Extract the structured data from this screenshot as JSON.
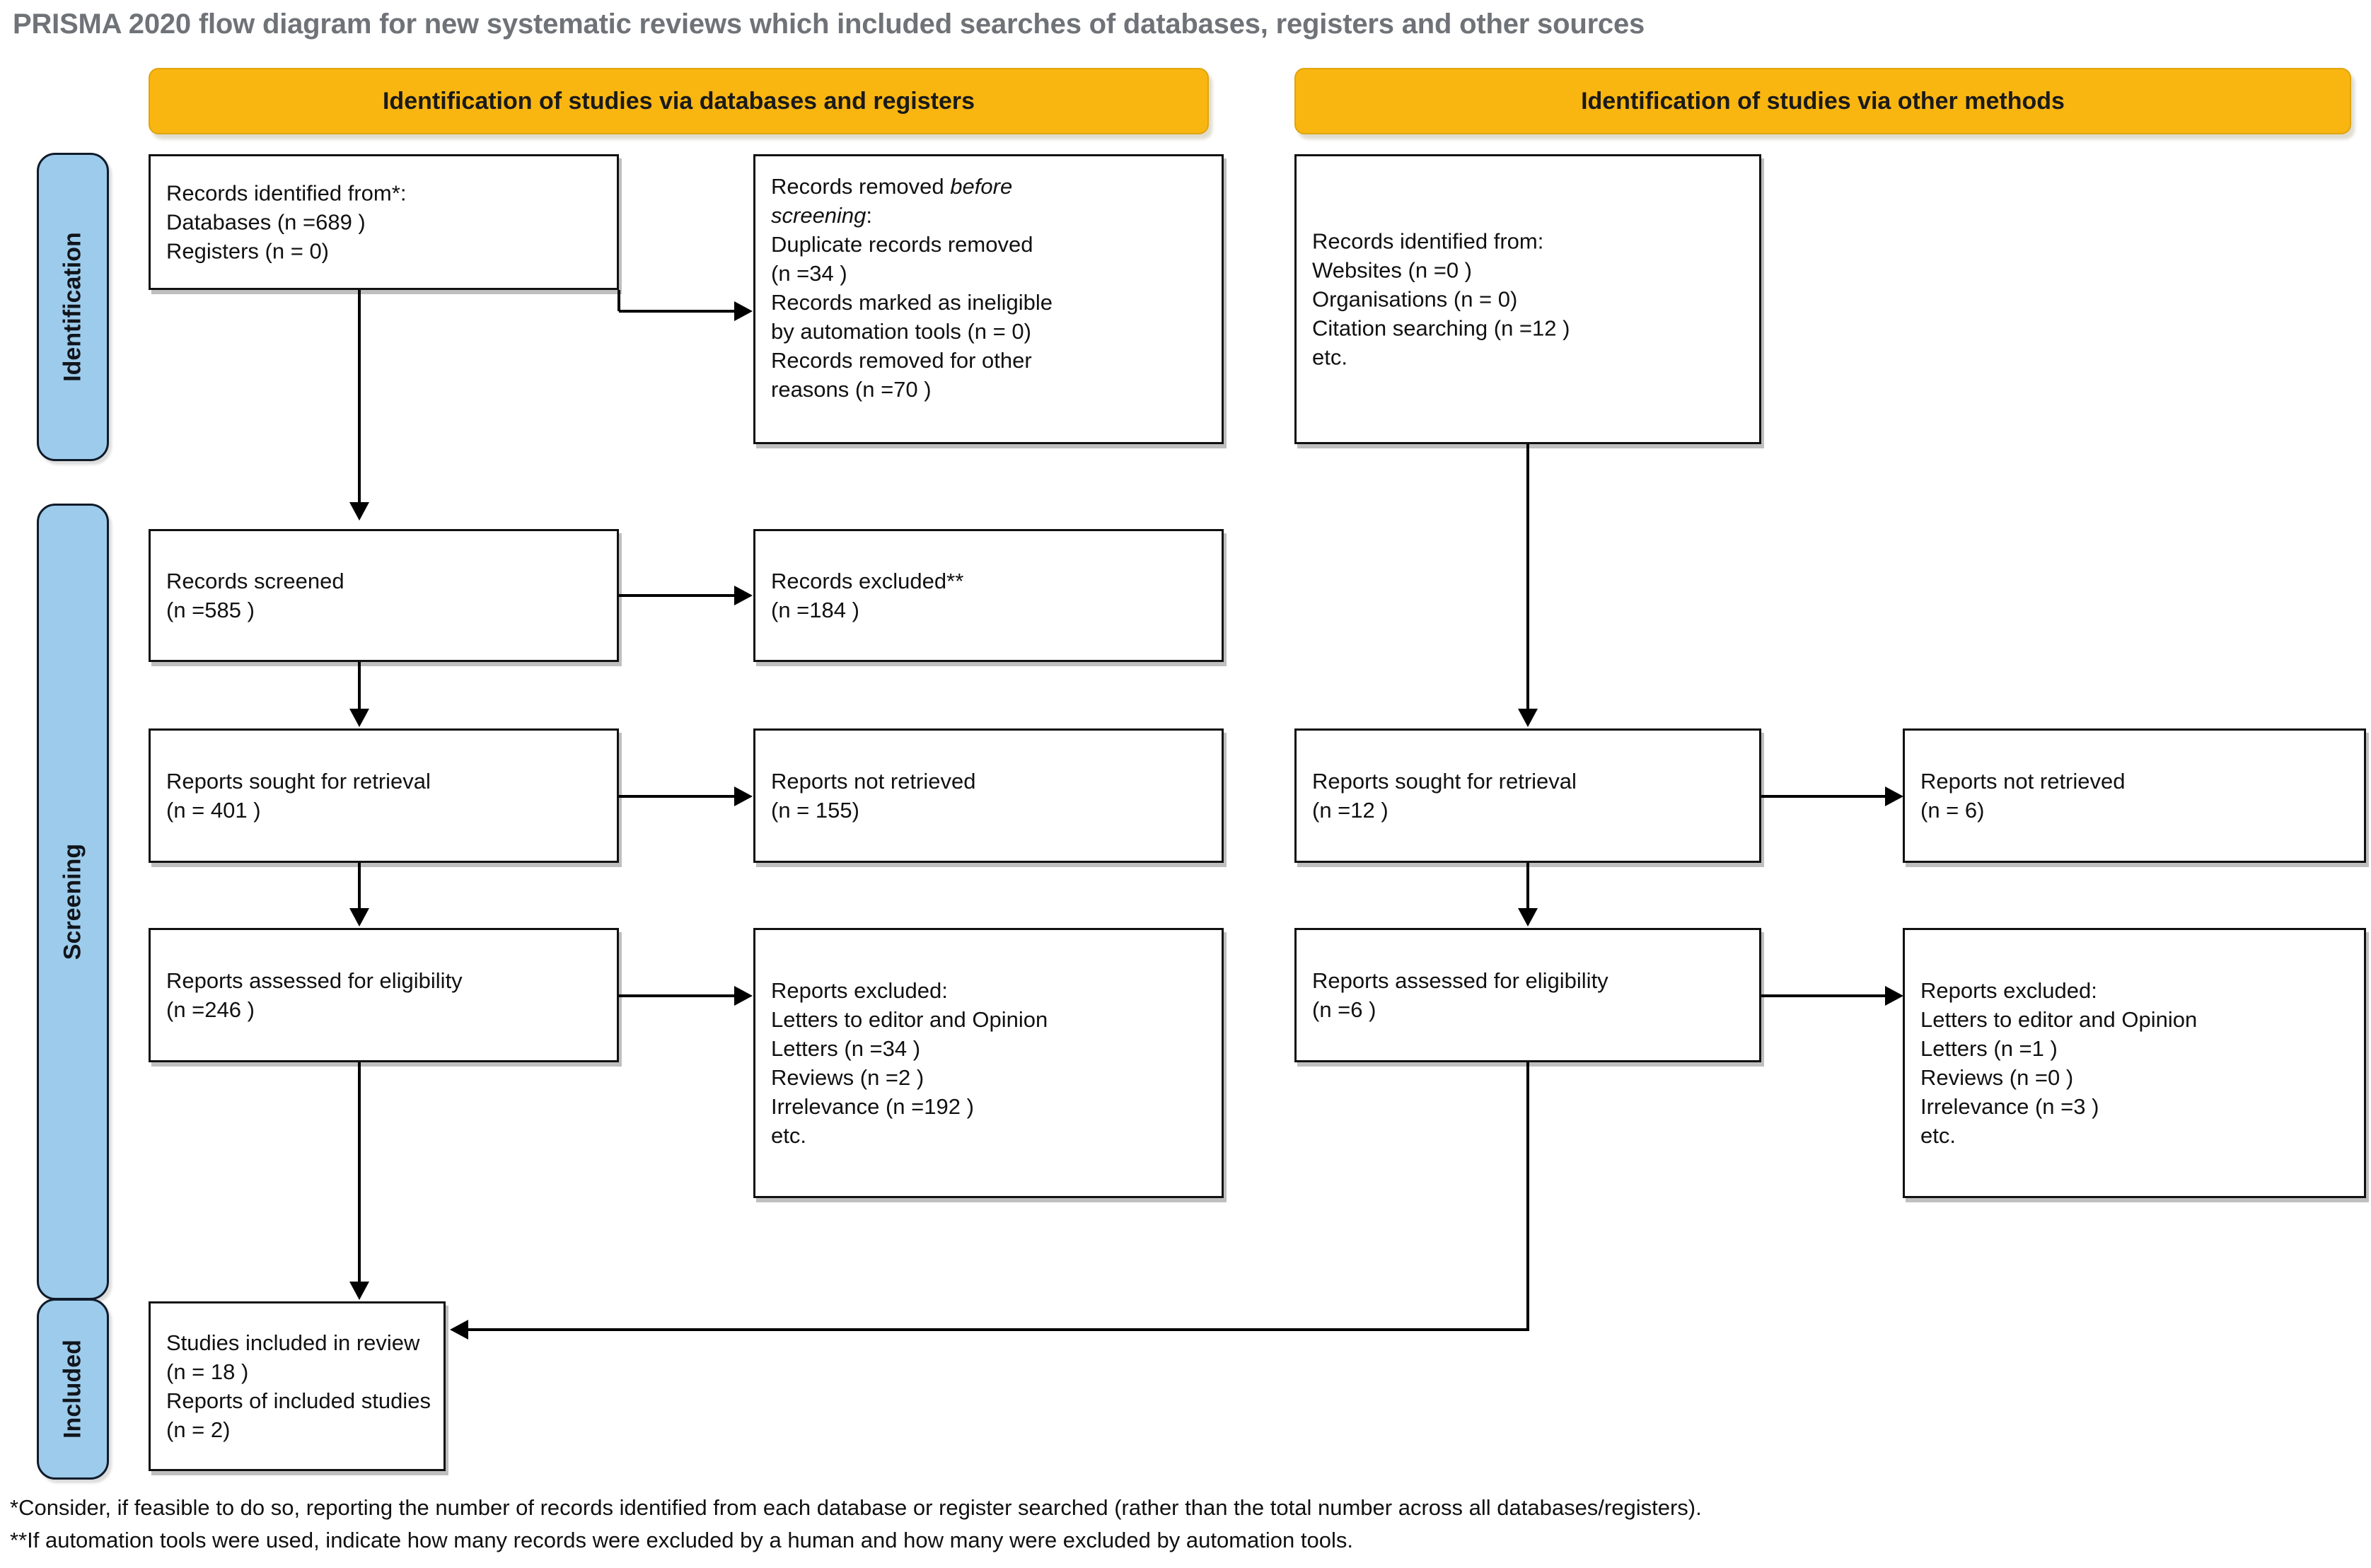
{
  "page_title": "PRISMA 2020 flow diagram for new systematic reviews which included searches of databases, registers and other sources",
  "colors": {
    "header_yellow": "#f9b611",
    "phase_blue": "#9dcbeb",
    "box_border": "#111111",
    "title_gray": "#6f7378"
  },
  "column_headers": {
    "databases": "Identification of studies via databases and registers",
    "other": "Identification of studies via other methods"
  },
  "phases": {
    "identification": "Identification",
    "screening": "Screening",
    "included": "Included"
  },
  "databases_column": {
    "identified": "Records identified from*:\n     Databases (n =689 )\n     Registers (n = 0)",
    "removed_before_screening_head": "Records removed ",
    "removed_before_screening_italic1": "before",
    "removed_before_screening_italic2": "screening",
    "removed_before_screening_body": ":\n     Duplicate records removed\n     (n =34 )\n     Records marked as ineligible\n     by automation tools (n = 0)\n     Records removed for other\n     reasons (n =70 )",
    "screened": "Records screened\n(n =585 )",
    "records_excluded": "Records excluded**\n(n =184 )",
    "sought_for_retrieval": "Reports sought for retrieval\n(n = 401 )",
    "not_retrieved": "Reports not retrieved\n(n = 155)",
    "assessed_for_eligibility": "Reports assessed for eligibility\n(n =246 )",
    "reports_excluded": "Reports excluded:\n     Letters to editor and Opinion\n     Letters (n =34 )\n     Reviews (n =2 )\n     Irrelevance (n =192 )\n     etc."
  },
  "other_methods_column": {
    "identified": "Records identified from:\n     Websites (n =0 )\n     Organisations (n = 0)\n     Citation searching (n =12 )\n     etc.",
    "sought_for_retrieval": "Reports sought for retrieval\n(n =12 )",
    "not_retrieved": "Reports not retrieved\n(n = 6)",
    "assessed_for_eligibility": "Reports assessed for eligibility\n(n =6 )",
    "reports_excluded": "Reports excluded:\n     Letters to editor and Opinion\n     Letters (n =1 )\n     Reviews (n =0 )\n     Irrelevance (n =3 )\n     etc."
  },
  "included_box": "Studies included in review\n(n = 18 )\nReports of included studies\n(n = 2)",
  "footnotes": {
    "one": "*Consider, if feasible to do so, reporting the number of records identified from each database or register searched (rather than the total number across all databases/registers).",
    "two": "**If automation tools were used, indicate how many records were excluded by a human and how many were excluded by automation tools."
  },
  "chart_data": {
    "type": "table",
    "title": "PRISMA 2020 flow diagram",
    "flow": [
      {
        "stage": "Databases identified",
        "n": 689
      },
      {
        "stage": "Registers identified",
        "n": 0
      },
      {
        "stage": "Duplicate records removed",
        "n": 34
      },
      {
        "stage": "Records marked ineligible by automation tools",
        "n": 0
      },
      {
        "stage": "Records removed for other reasons",
        "n": 70
      },
      {
        "stage": "Records screened",
        "n": 585
      },
      {
        "stage": "Records excluded",
        "n": 184
      },
      {
        "stage": "Reports sought for retrieval",
        "n": 401
      },
      {
        "stage": "Reports not retrieved",
        "n": 155
      },
      {
        "stage": "Reports assessed for eligibility",
        "n": 246
      },
      {
        "stage": "Reports excluded - Letters",
        "n": 34
      },
      {
        "stage": "Reports excluded - Reviews",
        "n": 2
      },
      {
        "stage": "Reports excluded - Irrelevance",
        "n": 192
      },
      {
        "stage": "Other: Websites",
        "n": 0
      },
      {
        "stage": "Other: Organisations",
        "n": 0
      },
      {
        "stage": "Other: Citation searching",
        "n": 12
      },
      {
        "stage": "Other: Reports sought for retrieval",
        "n": 12
      },
      {
        "stage": "Other: Reports not retrieved",
        "n": 6
      },
      {
        "stage": "Other: Reports assessed for eligibility",
        "n": 6
      },
      {
        "stage": "Other: Reports excluded - Letters",
        "n": 1
      },
      {
        "stage": "Other: Reports excluded - Reviews",
        "n": 0
      },
      {
        "stage": "Other: Reports excluded - Irrelevance",
        "n": 3
      },
      {
        "stage": "Studies included in review",
        "n": 18
      },
      {
        "stage": "Reports of included studies",
        "n": 2
      }
    ]
  }
}
